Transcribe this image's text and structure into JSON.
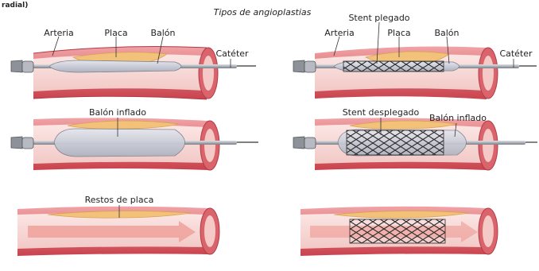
{
  "figure": {
    "corner_text": "radial)",
    "title": "Tipos de angioplastias"
  },
  "labels": {
    "left_top": {
      "arteria": "Arteria",
      "placa": "Placa",
      "balon": "Balón",
      "cateter": "Catéter"
    },
    "left_mid": {
      "balon_inflado": "Balón inflado"
    },
    "left_bottom": {
      "restos_placa": "Restos de placa"
    },
    "right_top": {
      "stent_plegado": "Stent plegado",
      "arteria": "Arteria",
      "placa": "Placa",
      "balon": "Balón",
      "cateter": "Catéter"
    },
    "right_mid": {
      "stent_desplegado": "Stent desplegado",
      "balon_inflado": "Balón inflado"
    }
  },
  "colors": {
    "artery_wall": "#e8868b",
    "artery_wall_dark": "#c9424d",
    "artery_lumen": "#f7d8d6",
    "plaque": "#f2c27a",
    "balloon": "#c9ccd6",
    "catheter": "#8d9199",
    "stent": "#2b2b2b",
    "flow_arrow": "#ee9a93"
  }
}
